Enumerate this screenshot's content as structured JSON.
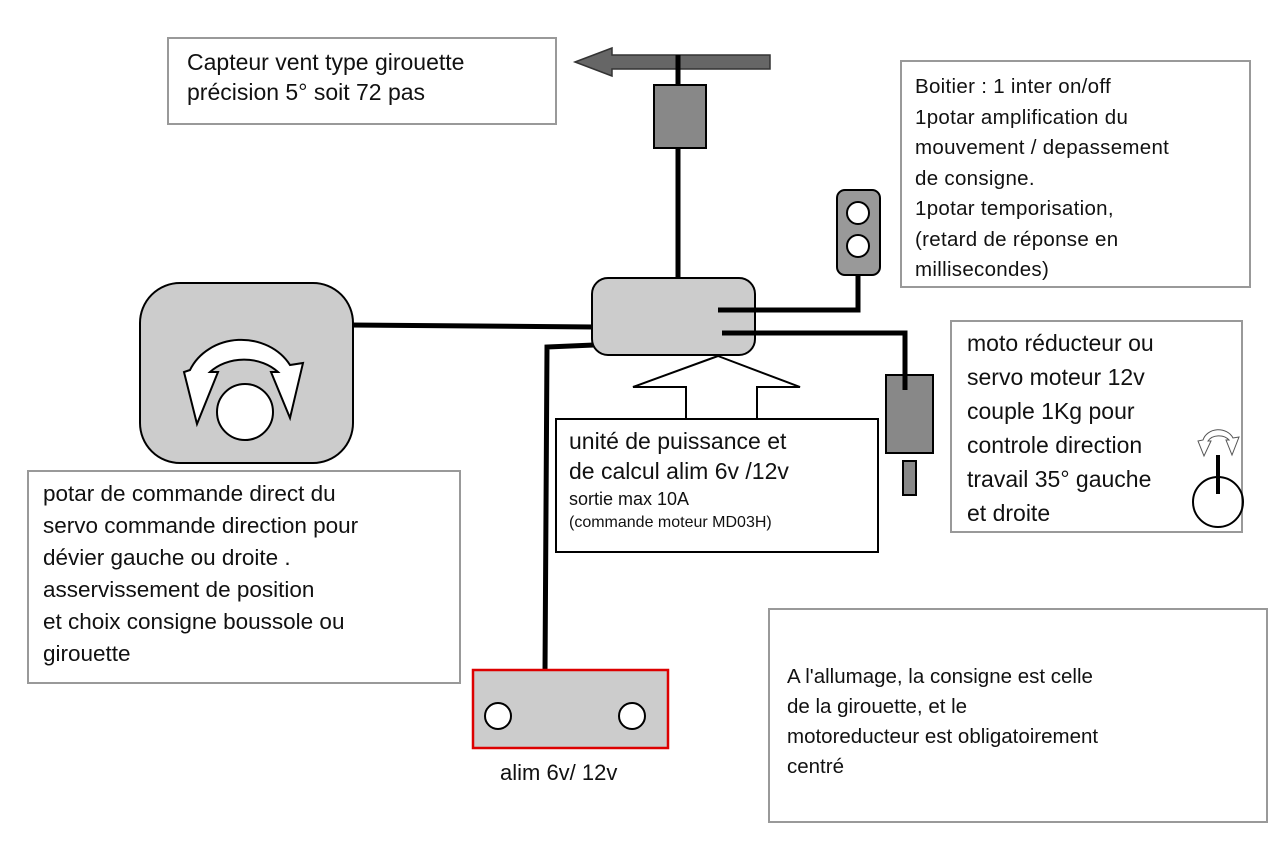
{
  "sensor_label": {
    "lines": [
      "Capteur vent type girouette",
      "précision 5° soit 72 pas"
    ]
  },
  "boitier_label": {
    "lines": [
      "Boitier : 1 inter on/off",
      "1potar amplification du",
      "mouvement / depassement",
      "de consigne.",
      "1potar temporisation,",
      "(retard de réponse en",
      "millisecondes)"
    ]
  },
  "motor_label": {
    "lines": [
      "moto réducteur ou",
      "servo moteur  12v",
      "couple 1Kg pour",
      "controle direction",
      "travail 35° gauche",
      "et droite"
    ]
  },
  "unit_label": {
    "lines": [
      "unité de puissance et",
      "de calcul alim 6v /12v",
      "sortie max 10A",
      "(commande moteur MD03H)"
    ]
  },
  "potar_label": {
    "lines": [
      "potar de commande direct du",
      "servo commande direction pour",
      "dévier gauche ou droite .",
      "asservissement de position",
      "et choix consigne boussole ou",
      "girouette"
    ]
  },
  "supply_label": "alim 6v/ 12v",
  "startup_note": {
    "lines": [
      "A l'allumage, la consigne est celle",
      "de la girouette, et le",
      "motoreducteur est obligatoirement",
      "centré"
    ]
  },
  "colors": {
    "component_fill": "#cccccc",
    "dark_component": "#888888",
    "supply_border": "#dd0000",
    "box_border": "#999999",
    "wire": "#000000"
  }
}
